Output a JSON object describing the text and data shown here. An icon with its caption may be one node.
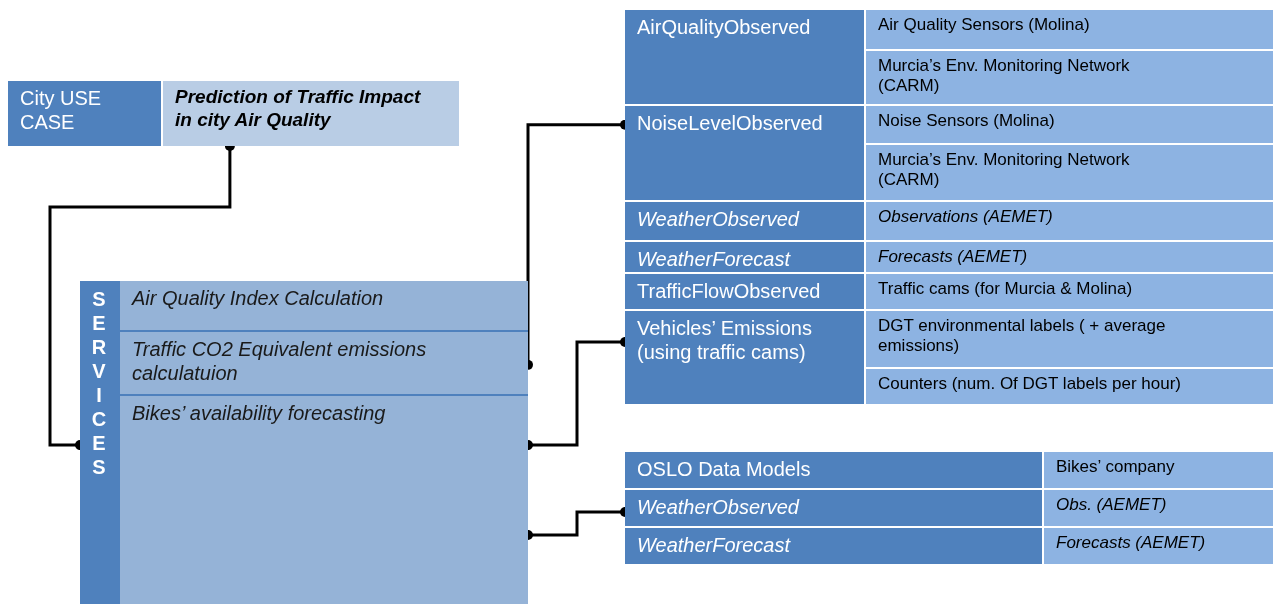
{
  "diagram": {
    "nodes": [
      {
        "text": [
          "City USE CASE"
        ]
      },
      {
        "text": [
          "Prediction of Traffic Impact in city Air Quality"
        ]
      },
      {
        "text": [
          "SERVICES"
        ]
      },
      {
        "text": [
          "Air Quality Index Calculation"
        ],
        "in": 2
      },
      {
        "text": [
          "Traffic CO2 Equivalent emissions calculatuion"
        ],
        "in": 2
      },
      {
        "text": [
          "Bikes’ availability forecasting"
        ],
        "in": 2
      },
      {
        "text": [
          "AirQualityObserved"
        ]
      },
      {
        "text": [
          "Air Quality Sensors (Molina)"
        ]
      },
      {
        "text": [
          "Murcia’s Env. Monitoring Network (CARM)"
        ]
      },
      {
        "text": [
          "NoiseLevelObserved"
        ]
      },
      {
        "text": [
          "Noise Sensors (Molina)"
        ]
      },
      {
        "text": [
          "Murcia’s Env. Monitoring Network (CARM)"
        ]
      },
      {
        "text": [
          "WeatherObserved"
        ]
      },
      {
        "text": [
          "Observations (AEMET)"
        ]
      },
      {
        "text": [
          "WeatherForecast"
        ]
      },
      {
        "text": [
          "Forecasts (AEMET)"
        ]
      },
      {
        "text": [
          "TrafficFlowObserved"
        ]
      },
      {
        "text": [
          "Traffic cams (for Murcia & Molina)"
        ]
      },
      {
        "text": [
          "Vehicles’ Emissions (using traffic cams)"
        ]
      },
      {
        "text": [
          "DGT environmental labels ( + average emissions)"
        ]
      },
      {
        "text": [
          "Counters (num. Of DGT labels per hour)"
        ]
      },
      {
        "text": [
          "OSLO Data Models"
        ]
      },
      {
        "text": [
          "Bikes’ company"
        ]
      },
      {
        "text": [
          "WeatherObserved"
        ]
      },
      {
        "text": [
          "Obs. (AEMET)"
        ]
      },
      {
        "text": [
          "WeatherForecast"
        ]
      },
      {
        "text": [
          "Forecasts (AEMET)"
        ]
      }
    ],
    "edges": [
      {
        "from": 1,
        "to": 2,
        "arrow": "other"
      },
      {
        "from": 4,
        "to": 9,
        "arrow": "other"
      },
      {
        "from": 5,
        "to": 18,
        "arrow": "other"
      },
      {
        "from": 5,
        "to": 23,
        "arrow": "other"
      }
    ]
  }
}
